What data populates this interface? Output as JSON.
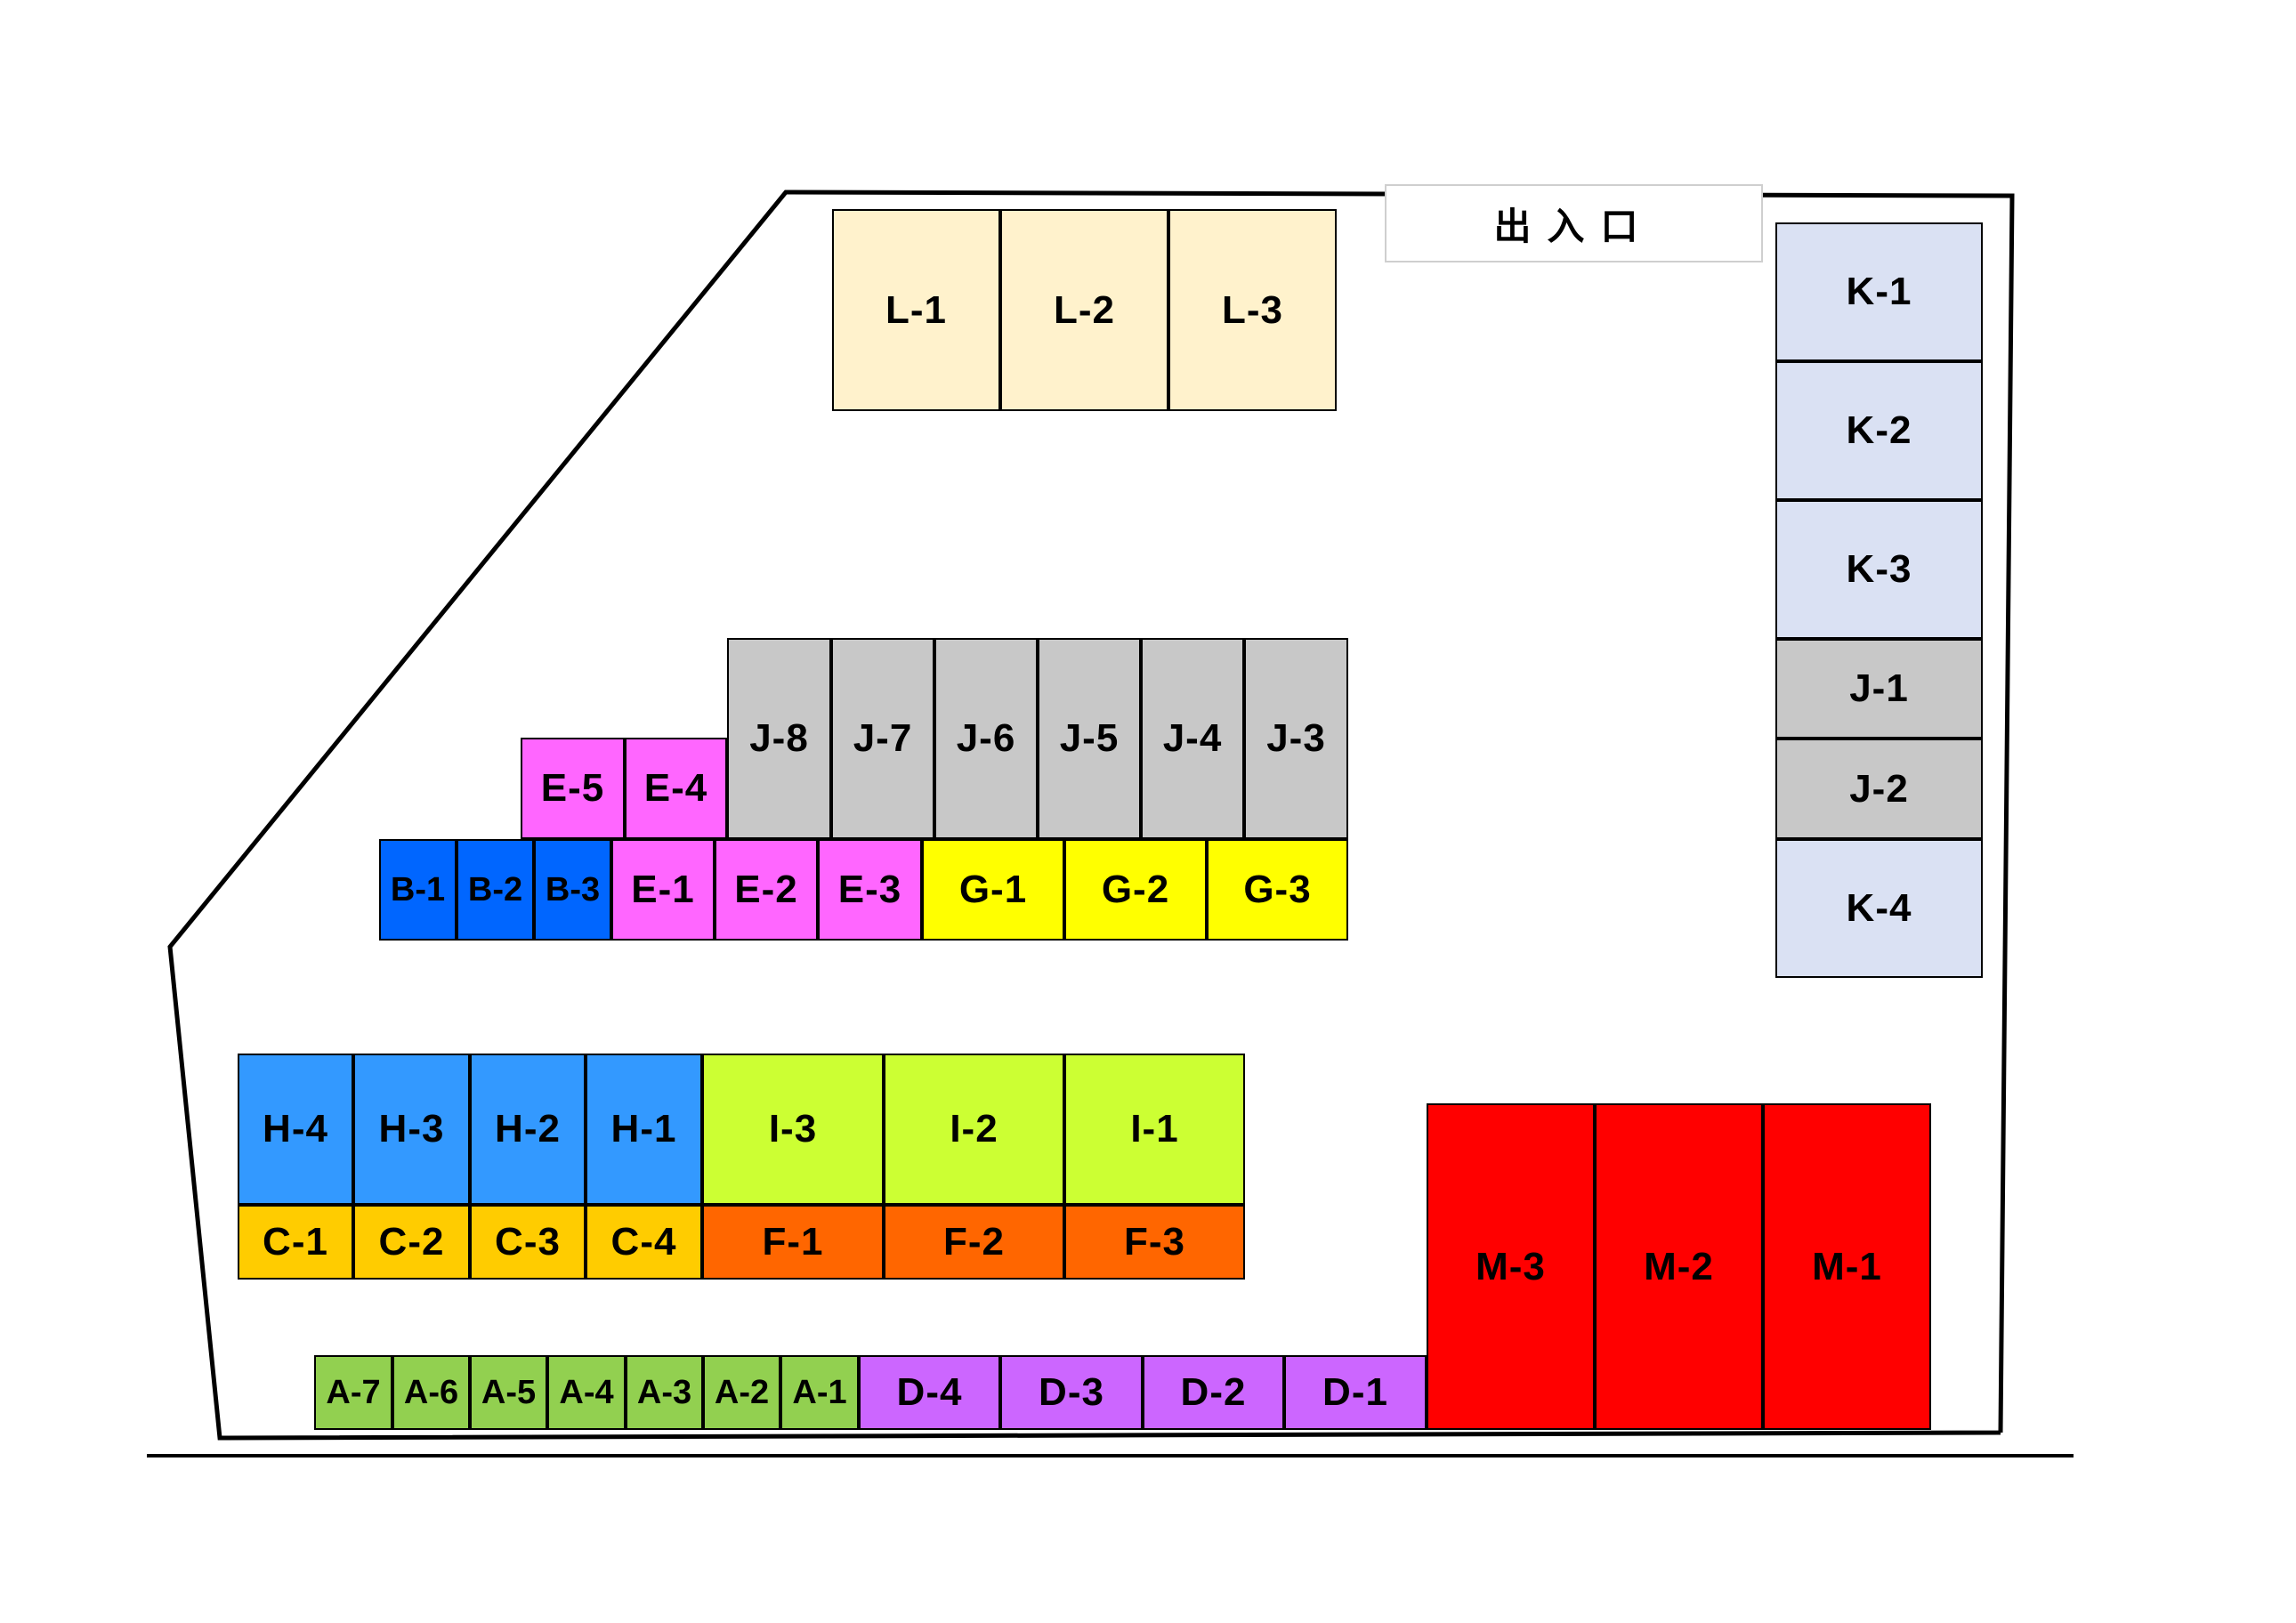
{
  "entrance_label": "出入口",
  "colors": {
    "L": "#fff2cc",
    "K": "#dae1f3",
    "J": "#c8c8c8",
    "E": "#ff66ff",
    "B": "#0066ff",
    "G": "#ffff00",
    "H": "#3399ff",
    "I": "#ccff33",
    "C": "#ffcc00",
    "F": "#ff6600",
    "A": "#92d050",
    "D": "#cc66ff",
    "M": "#ff0000"
  },
  "spaces": [
    {
      "id": "L-1",
      "group": "L"
    },
    {
      "id": "L-2",
      "group": "L"
    },
    {
      "id": "L-3",
      "group": "L"
    },
    {
      "id": "K-1",
      "group": "K"
    },
    {
      "id": "K-2",
      "group": "K"
    },
    {
      "id": "K-3",
      "group": "K"
    },
    {
      "id": "J-1",
      "group": "J"
    },
    {
      "id": "J-2",
      "group": "J"
    },
    {
      "id": "K-4",
      "group": "K"
    },
    {
      "id": "J-8",
      "group": "J"
    },
    {
      "id": "J-7",
      "group": "J"
    },
    {
      "id": "J-6",
      "group": "J"
    },
    {
      "id": "J-5",
      "group": "J"
    },
    {
      "id": "J-4",
      "group": "J"
    },
    {
      "id": "J-3",
      "group": "J"
    },
    {
      "id": "E-5",
      "group": "E"
    },
    {
      "id": "E-4",
      "group": "E"
    },
    {
      "id": "B-1",
      "group": "B"
    },
    {
      "id": "B-2",
      "group": "B"
    },
    {
      "id": "B-3",
      "group": "B"
    },
    {
      "id": "E-1",
      "group": "E"
    },
    {
      "id": "E-2",
      "group": "E"
    },
    {
      "id": "E-3",
      "group": "E"
    },
    {
      "id": "G-1",
      "group": "G"
    },
    {
      "id": "G-2",
      "group": "G"
    },
    {
      "id": "G-3",
      "group": "G"
    },
    {
      "id": "H-4",
      "group": "H"
    },
    {
      "id": "H-3",
      "group": "H"
    },
    {
      "id": "H-2",
      "group": "H"
    },
    {
      "id": "H-1",
      "group": "H"
    },
    {
      "id": "I-3",
      "group": "I"
    },
    {
      "id": "I-2",
      "group": "I"
    },
    {
      "id": "I-1",
      "group": "I"
    },
    {
      "id": "C-1",
      "group": "C"
    },
    {
      "id": "C-2",
      "group": "C"
    },
    {
      "id": "C-3",
      "group": "C"
    },
    {
      "id": "C-4",
      "group": "C"
    },
    {
      "id": "F-1",
      "group": "F"
    },
    {
      "id": "F-2",
      "group": "F"
    },
    {
      "id": "F-3",
      "group": "F"
    },
    {
      "id": "A-7",
      "group": "A"
    },
    {
      "id": "A-6",
      "group": "A"
    },
    {
      "id": "A-5",
      "group": "A"
    },
    {
      "id": "A-4",
      "group": "A"
    },
    {
      "id": "A-3",
      "group": "A"
    },
    {
      "id": "A-2",
      "group": "A"
    },
    {
      "id": "A-1",
      "group": "A"
    },
    {
      "id": "D-4",
      "group": "D"
    },
    {
      "id": "D-3",
      "group": "D"
    },
    {
      "id": "D-2",
      "group": "D"
    },
    {
      "id": "D-1",
      "group": "D"
    },
    {
      "id": "M-3",
      "group": "M"
    },
    {
      "id": "M-2",
      "group": "M"
    },
    {
      "id": "M-1",
      "group": "M"
    }
  ]
}
